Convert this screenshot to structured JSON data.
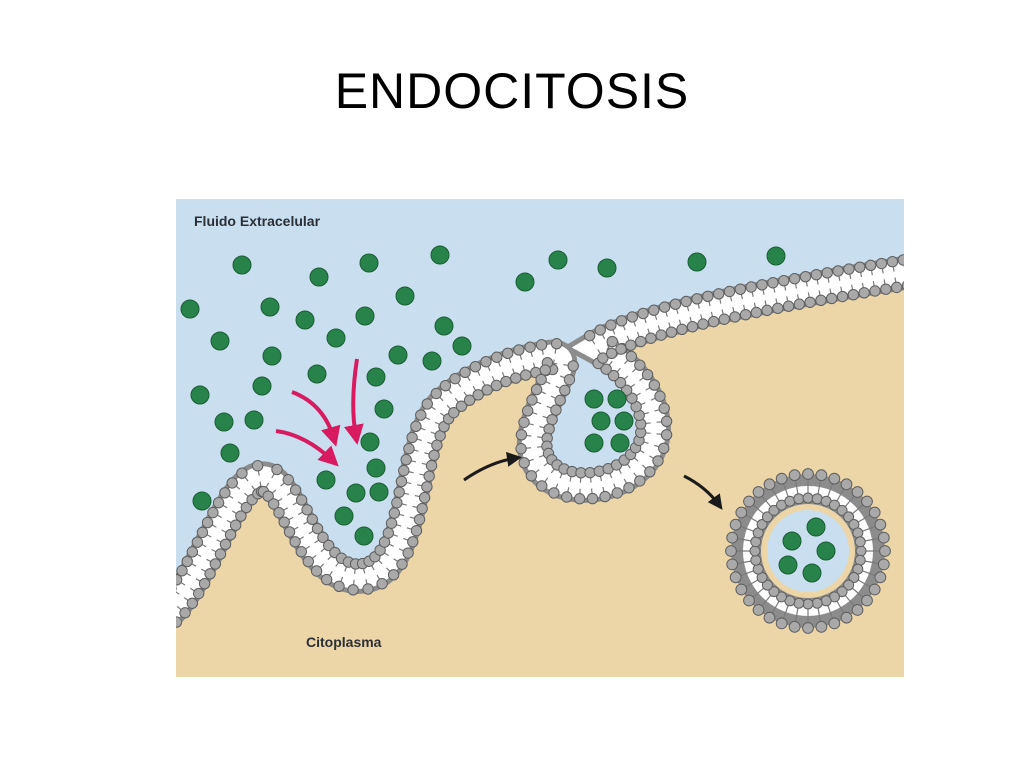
{
  "slide": {
    "title": "ENDOCITOSIS"
  },
  "diagram": {
    "label_extracellular": "Fluido Extracelular",
    "label_cytoplasm": "Citoplasma",
    "colors": {
      "extracellular": "#c9dff0",
      "cytoplasm": "#ecd6a8",
      "particle": "#27834a",
      "particle_edge": "#1b5e34",
      "phospholipid_head": "#a9a9a9",
      "phospholipid_head_edge": "#5f5f5f",
      "membrane_core": "#ffffff",
      "inflow_arrow": "#d81b60",
      "step_arrow": "#1a1a1a"
    },
    "stages": [
      "invagination",
      "budding",
      "vesicle"
    ],
    "vesicle_particle_count": 5,
    "pocket_particle_count": 6
  }
}
